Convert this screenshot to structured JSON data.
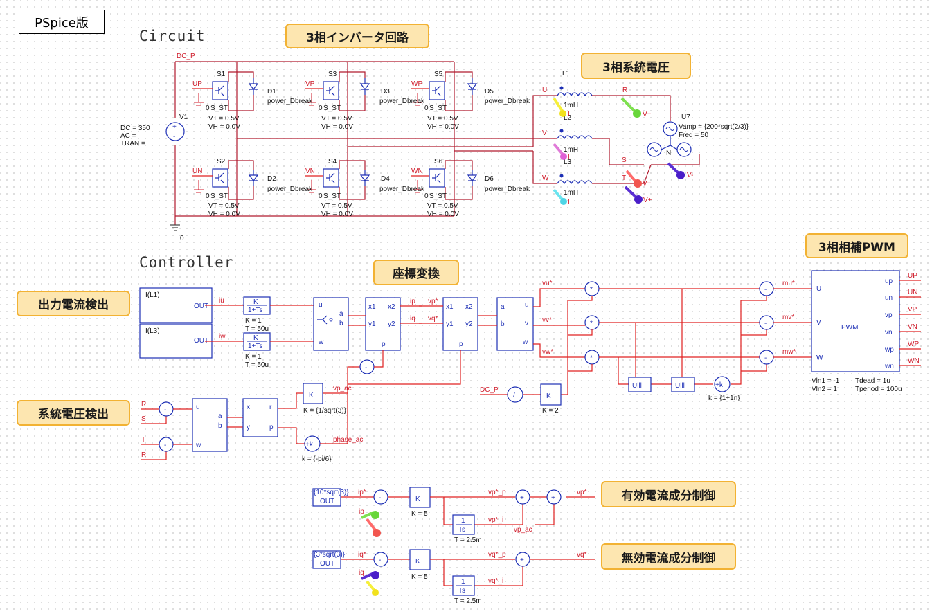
{
  "title_box": "PSpice版",
  "sections": {
    "circuit": "Circuit",
    "controller": "Controller"
  },
  "callouts": {
    "inverter": "3相インバータ回路",
    "grid": "3相系統電圧",
    "pwm": "3相相補PWM",
    "coord": "座標変換",
    "current_detect": "出力電流検出",
    "voltage_detect": "系統電圧検出",
    "active_ctrl": "有効電流成分制御",
    "reactive_ctrl": "無効電流成分制御"
  },
  "circuit": {
    "dc_net": "DC_P",
    "ground": "0",
    "source": {
      "ref": "V1",
      "dc": "DC = 350",
      "ac": "AC =",
      "tran": "TRAN ="
    },
    "switches": [
      {
        "ref": "S1",
        "gate": "UP",
        "diode": "D1"
      },
      {
        "ref": "S3",
        "gate": "VP",
        "diode": "D3"
      },
      {
        "ref": "S5",
        "gate": "WP",
        "diode": "D5"
      },
      {
        "ref": "S2",
        "gate": "UN",
        "diode": "D2"
      },
      {
        "ref": "S4",
        "gate": "VN",
        "diode": "D4"
      },
      {
        "ref": "S6",
        "gate": "WN",
        "diode": "D6"
      }
    ],
    "switch_model": "S_ST",
    "switch_vt": "VT = 0.5V",
    "switch_vh": "VH = 0.0V",
    "switch_zero": "0",
    "diode_model": "power_Dbreak",
    "inductors": [
      {
        "ref": "L1",
        "val": "1mH"
      },
      {
        "ref": "L2",
        "val": "1mH"
      },
      {
        "ref": "L3",
        "val": "1mH"
      }
    ],
    "phase_out": [
      "U",
      "V",
      "W"
    ],
    "phase_grid": [
      "R",
      "S",
      "T"
    ],
    "grid_src": {
      "ref": "U7",
      "vamp": "Vamp = {200*sqrt(2/3)}",
      "freq": "Freq = 50",
      "neutral": "N"
    },
    "probes": [
      "V+",
      "V+",
      "V+",
      "V-",
      "I",
      "I",
      "I"
    ]
  },
  "controller": {
    "sensors": [
      {
        "label": "I(L1)",
        "out": "OUT",
        "net": "iu"
      },
      {
        "label": "I(L3)",
        "out": "OUT",
        "net": "iw"
      }
    ],
    "filter": {
      "num": "K",
      "den": "1+Ts",
      "k": "K = 1",
      "t": "T = 50u"
    },
    "uvw": {
      "u": "u",
      "v": "v",
      "w": "w",
      "a": "a",
      "b": "b"
    },
    "rot": {
      "x1": "x1",
      "x2": "x2",
      "y1": "y1",
      "y2": "y2",
      "p": "p"
    },
    "nets": {
      "ip": "ip",
      "iq": "iq",
      "vp_star": "vp*",
      "vq_star": "vq*",
      "vu": "vu*",
      "vv": "vv*",
      "vw": "vw*",
      "mu": "mu*",
      "mv": "mv*",
      "mw": "mw*",
      "vp_ac": "vp_ac",
      "phase_ac": "phase_ac",
      "dcp": "DC_P"
    },
    "gain_vp": "K = {1/sqrt(3)}",
    "phase_off": "k = {-pi/6}",
    "div_gain": "K = 2",
    "mod_gain": "k = {1+1n}",
    "pwm": {
      "label": "PWM",
      "in": [
        "U",
        "V",
        "W"
      ],
      "out": [
        "up",
        "un",
        "vp",
        "vn",
        "wp",
        "wn"
      ],
      "nets": [
        "UP",
        "UN",
        "VP",
        "VN",
        "WP",
        "WN"
      ],
      "vln1": "Vln1 = -1",
      "vln2": "Vln2 = 1",
      "tdead": "Tdead = 1u",
      "tperiod": "Tperiod = 100u"
    },
    "grid_nets": [
      "R",
      "S",
      "T",
      "R"
    ],
    "minmax": "Ulll",
    "active": {
      "ref": "{10*sqrt(3)}",
      "out": "OUT",
      "in_net": "ip",
      "ref_net": "ip*",
      "k": "K = 5",
      "ti": "T = 2.5m",
      "p_net": "vp*_p",
      "i_net": "vp*_i",
      "ff": "vp_ac",
      "res": "vp*"
    },
    "reactive": {
      "ref": "{3*sqrt(3)}",
      "out": "OUT",
      "in_net": "iq",
      "ref_net": "iq*",
      "k": "K = 5",
      "ti": "T = 2.5m",
      "p_net": "vq*_p",
      "i_net": "vq*_i",
      "res": "vq*"
    },
    "pi": {
      "num": "1",
      "den": "Ts"
    },
    "kbox": "K"
  }
}
